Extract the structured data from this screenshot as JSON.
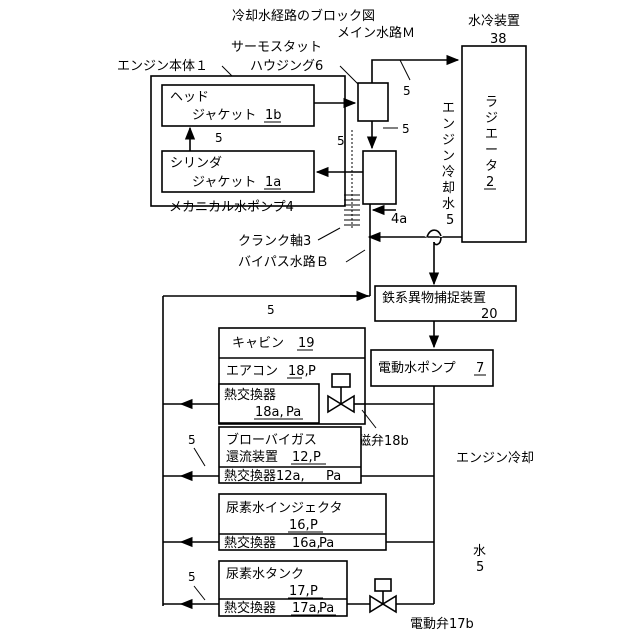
{
  "title": "冷却水経路のブロック図",
  "labels": {
    "main_path": "メイン水路Ｍ",
    "radiator_cooling_device": "水冷装置",
    "radiator_cooling_device_ref": "38",
    "thermostat_line1": "サーモスタット",
    "thermostat_line2": "ハウジング6",
    "engine_body": "エンジン本体１",
    "head": "ヘッド",
    "head_jacket": "ジャケット",
    "head_jacket_ref": "1b",
    "cylinder": "シリンダ",
    "cylinder_jacket": "ジャケット",
    "cylinder_jacket_ref": "1a",
    "mech_pump": "メカニカル水ポンプ4",
    "pump_port": "4a",
    "crankshaft": "クランク軸3",
    "bypass_path": "バイパス水路Ｂ",
    "radiator_char1": "ラ",
    "radiator_char2": "ジ",
    "radiator_char3": "エ",
    "radiator_char4": "ー",
    "radiator_char5": "タ",
    "radiator_ref": "2",
    "coolant_right_1": "エ",
    "coolant_right_2": "ン",
    "coolant_right_3": "ジ",
    "coolant_right_4": "ン",
    "coolant_right_5": "冷",
    "coolant_right_6": "却",
    "coolant_right_7": "水",
    "coolant_right_8": "5",
    "iron_catcher": "鉄系異物捕捉装置",
    "iron_catcher_ref": "20",
    "cabin": "キャビン",
    "cabin_ref": "19",
    "aircon": "エアコン",
    "aircon_ref": "18,",
    "aircon_p": "P",
    "heat_exchanger": "熱交換器",
    "aircon_hx_ref": "18a,",
    "aircon_hx_pa": "Pa",
    "electric_pump": "電動水ポンプ",
    "electric_pump_ref": "7",
    "solenoid_valve": "電磁弁18b",
    "blowby_line1": "ブローバイガス",
    "blowby_line2": "還流装置",
    "blowby_ref": "12,",
    "blowby_p": "P",
    "blowby_hx": "熱交換器12a,",
    "blowby_hx_pa": "Pa",
    "urea_injector": "尿素水インジェクタ",
    "urea_injector_ref": "16,",
    "urea_injector_p": "P",
    "urea_injector_hx": "熱交換器",
    "urea_injector_hx_ref": "16a,",
    "urea_injector_hx_pa": "Pa",
    "urea_tank": "尿素水タンク",
    "urea_tank_ref": "17,",
    "urea_tank_p": "P",
    "urea_tank_hx": "熱交換器",
    "urea_tank_hx_ref": "17a,",
    "urea_tank_hx_pa": "Pa",
    "electric_valve": "電動弁17b",
    "coolant_bottom_1": "エンジン冷却",
    "coolant_bottom_2": "水",
    "coolant_bottom_3": "5",
    "num5": "5"
  }
}
